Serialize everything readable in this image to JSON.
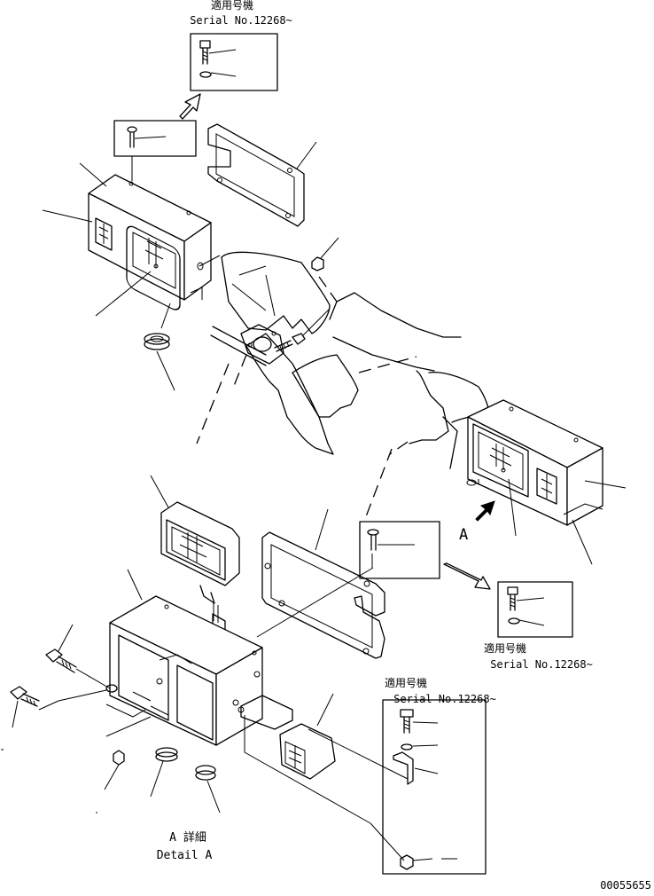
{
  "serial_note_1": {
    "ja": "適用号機",
    "en": "Serial No.12268~"
  },
  "serial_note_2": {
    "ja": "適用号機",
    "en": "Serial No.12268~"
  },
  "serial_note_3": {
    "ja": "適用号機",
    "en": "Serial No.12268~"
  },
  "view_marker": "A",
  "detail_label": {
    "ja": "A 詳細",
    "en": "Detail A"
  },
  "drawing_number": "00055655"
}
